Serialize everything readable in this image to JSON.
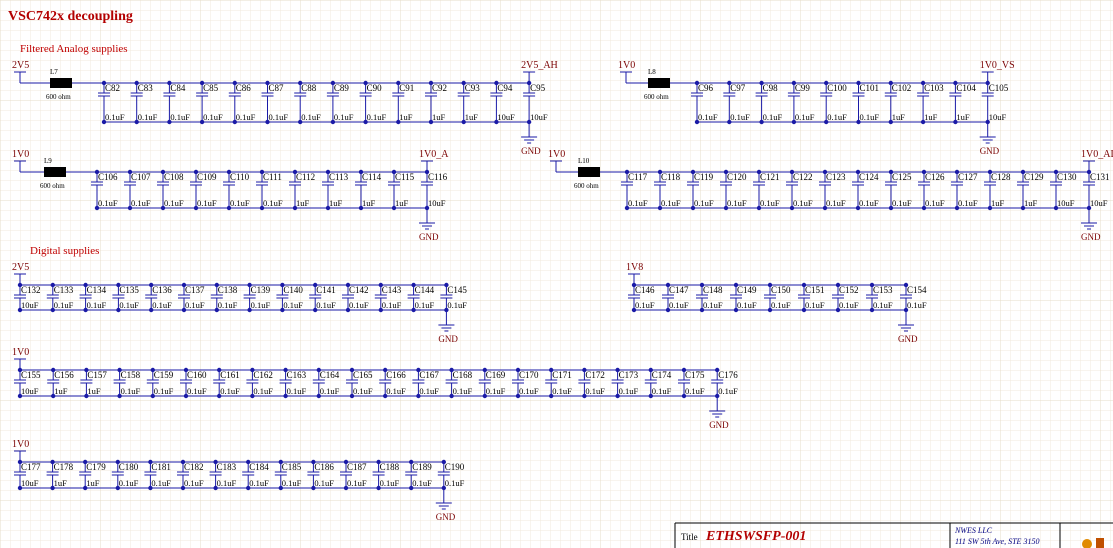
{
  "title": "VSC742x decoupling",
  "sections": {
    "analog": "Filtered Analog supplies",
    "digital": "Digital supplies"
  },
  "gnd_label": "GND",
  "ferrite_value": "600 ohm",
  "filtered_rows": [
    {
      "in_net": "2V5",
      "out_net": "2V5_AH",
      "ferrite": "L7",
      "caps": [
        {
          "ref": "C82",
          "val": "0.1uF"
        },
        {
          "ref": "C83",
          "val": "0.1uF"
        },
        {
          "ref": "C84",
          "val": "0.1uF"
        },
        {
          "ref": "C85",
          "val": "0.1uF"
        },
        {
          "ref": "C86",
          "val": "0.1uF"
        },
        {
          "ref": "C87",
          "val": "0.1uF"
        },
        {
          "ref": "C88",
          "val": "0.1uF"
        },
        {
          "ref": "C89",
          "val": "0.1uF"
        },
        {
          "ref": "C90",
          "val": "0.1uF"
        },
        {
          "ref": "C91",
          "val": "1uF"
        },
        {
          "ref": "C92",
          "val": "1uF"
        },
        {
          "ref": "C93",
          "val": "1uF"
        },
        {
          "ref": "C94",
          "val": "10uF"
        },
        {
          "ref": "C95",
          "val": "10uF"
        }
      ]
    },
    {
      "in_net": "1V0",
      "out_net": "1V0_VS",
      "ferrite": "L8",
      "caps": [
        {
          "ref": "C96",
          "val": "0.1uF"
        },
        {
          "ref": "C97",
          "val": "0.1uF"
        },
        {
          "ref": "C98",
          "val": "0.1uF"
        },
        {
          "ref": "C99",
          "val": "0.1uF"
        },
        {
          "ref": "C100",
          "val": "0.1uF"
        },
        {
          "ref": "C101",
          "val": "0.1uF"
        },
        {
          "ref": "C102",
          "val": "1uF"
        },
        {
          "ref": "C103",
          "val": "1uF"
        },
        {
          "ref": "C104",
          "val": "1uF"
        },
        {
          "ref": "C105",
          "val": "10uF"
        }
      ]
    },
    {
      "in_net": "1V0",
      "out_net": "1V0_A",
      "ferrite": "L9",
      "caps": [
        {
          "ref": "C106",
          "val": "0.1uF"
        },
        {
          "ref": "C107",
          "val": "0.1uF"
        },
        {
          "ref": "C108",
          "val": "0.1uF"
        },
        {
          "ref": "C109",
          "val": "0.1uF"
        },
        {
          "ref": "C110",
          "val": "0.1uF"
        },
        {
          "ref": "C111",
          "val": "0.1uF"
        },
        {
          "ref": "C112",
          "val": "1uF"
        },
        {
          "ref": "C113",
          "val": "1uF"
        },
        {
          "ref": "C114",
          "val": "1uF"
        },
        {
          "ref": "C115",
          "val": "1uF"
        },
        {
          "ref": "C116",
          "val": "10uF"
        }
      ]
    },
    {
      "in_net": "1V0",
      "out_net": "1V0_AL",
      "ferrite": "L10",
      "caps": [
        {
          "ref": "C117",
          "val": "0.1uF"
        },
        {
          "ref": "C118",
          "val": "0.1uF"
        },
        {
          "ref": "C119",
          "val": "0.1uF"
        },
        {
          "ref": "C120",
          "val": "0.1uF"
        },
        {
          "ref": "C121",
          "val": "0.1uF"
        },
        {
          "ref": "C122",
          "val": "0.1uF"
        },
        {
          "ref": "C123",
          "val": "0.1uF"
        },
        {
          "ref": "C124",
          "val": "0.1uF"
        },
        {
          "ref": "C125",
          "val": "0.1uF"
        },
        {
          "ref": "C126",
          "val": "0.1uF"
        },
        {
          "ref": "C127",
          "val": "0.1uF"
        },
        {
          "ref": "C128",
          "val": "1uF"
        },
        {
          "ref": "C129",
          "val": "1uF"
        },
        {
          "ref": "C130",
          "val": "10uF"
        },
        {
          "ref": "C131",
          "val": "10uF"
        }
      ]
    }
  ],
  "digital_rows": [
    {
      "net": "2V5",
      "caps": [
        {
          "ref": "C132",
          "val": "10uF"
        },
        {
          "ref": "C133",
          "val": "0.1uF"
        },
        {
          "ref": "C134",
          "val": "0.1uF"
        },
        {
          "ref": "C135",
          "val": "0.1uF"
        },
        {
          "ref": "C136",
          "val": "0.1uF"
        },
        {
          "ref": "C137",
          "val": "0.1uF"
        },
        {
          "ref": "C138",
          "val": "0.1uF"
        },
        {
          "ref": "C139",
          "val": "0.1uF"
        },
        {
          "ref": "C140",
          "val": "0.1uF"
        },
        {
          "ref": "C141",
          "val": "0.1uF"
        },
        {
          "ref": "C142",
          "val": "0.1uF"
        },
        {
          "ref": "C143",
          "val": "0.1uF"
        },
        {
          "ref": "C144",
          "val": "0.1uF"
        },
        {
          "ref": "C145",
          "val": "0.1uF"
        }
      ]
    },
    {
      "net": "1V8",
      "caps": [
        {
          "ref": "C146",
          "val": "0.1uF"
        },
        {
          "ref": "C147",
          "val": "0.1uF"
        },
        {
          "ref": "C148",
          "val": "0.1uF"
        },
        {
          "ref": "C149",
          "val": "0.1uF"
        },
        {
          "ref": "C150",
          "val": "0.1uF"
        },
        {
          "ref": "C151",
          "val": "0.1uF"
        },
        {
          "ref": "C152",
          "val": "0.1uF"
        },
        {
          "ref": "C153",
          "val": "0.1uF"
        },
        {
          "ref": "C154",
          "val": "0.1uF"
        }
      ]
    },
    {
      "net": "1V0",
      "caps": [
        {
          "ref": "C155",
          "val": "10uF"
        },
        {
          "ref": "C156",
          "val": "1uF"
        },
        {
          "ref": "C157",
          "val": "1uF"
        },
        {
          "ref": "C158",
          "val": "0.1uF"
        },
        {
          "ref": "C159",
          "val": "0.1uF"
        },
        {
          "ref": "C160",
          "val": "0.1uF"
        },
        {
          "ref": "C161",
          "val": "0.1uF"
        },
        {
          "ref": "C162",
          "val": "0.1uF"
        },
        {
          "ref": "C163",
          "val": "0.1uF"
        },
        {
          "ref": "C164",
          "val": "0.1uF"
        },
        {
          "ref": "C165",
          "val": "0.1uF"
        },
        {
          "ref": "C166",
          "val": "0.1uF"
        },
        {
          "ref": "C167",
          "val": "0.1uF"
        },
        {
          "ref": "C168",
          "val": "0.1uF"
        },
        {
          "ref": "C169",
          "val": "0.1uF"
        },
        {
          "ref": "C170",
          "val": "0.1uF"
        },
        {
          "ref": "C171",
          "val": "0.1uF"
        },
        {
          "ref": "C172",
          "val": "0.1uF"
        },
        {
          "ref": "C173",
          "val": "0.1uF"
        },
        {
          "ref": "C174",
          "val": "0.1uF"
        },
        {
          "ref": "C175",
          "val": "0.1uF"
        },
        {
          "ref": "C176",
          "val": "0.1uF"
        }
      ]
    },
    {
      "net": "1V0",
      "caps": [
        {
          "ref": "C177",
          "val": "10uF"
        },
        {
          "ref": "C178",
          "val": "1uF"
        },
        {
          "ref": "C179",
          "val": "1uF"
        },
        {
          "ref": "C180",
          "val": "0.1uF"
        },
        {
          "ref": "C181",
          "val": "0.1uF"
        },
        {
          "ref": "C182",
          "val": "0.1uF"
        },
        {
          "ref": "C183",
          "val": "0.1uF"
        },
        {
          "ref": "C184",
          "val": "0.1uF"
        },
        {
          "ref": "C185",
          "val": "0.1uF"
        },
        {
          "ref": "C186",
          "val": "0.1uF"
        },
        {
          "ref": "C187",
          "val": "0.1uF"
        },
        {
          "ref": "C188",
          "val": "0.1uF"
        },
        {
          "ref": "C189",
          "val": "0.1uF"
        },
        {
          "ref": "C190",
          "val": "0.1uF"
        }
      ]
    }
  ],
  "title_block": {
    "title_label": "Title",
    "title_value": "ETHSWSFP-001",
    "company": "NWES LLC",
    "address": "111 SW 5th Ave, STE 3150"
  },
  "colors": {
    "title": "#b30000",
    "section": "#c00000",
    "wire": "#1a1aa6",
    "net": "#7a0000",
    "grid_minor": "#f1eadc",
    "grid_major": "#e6dcc8"
  }
}
